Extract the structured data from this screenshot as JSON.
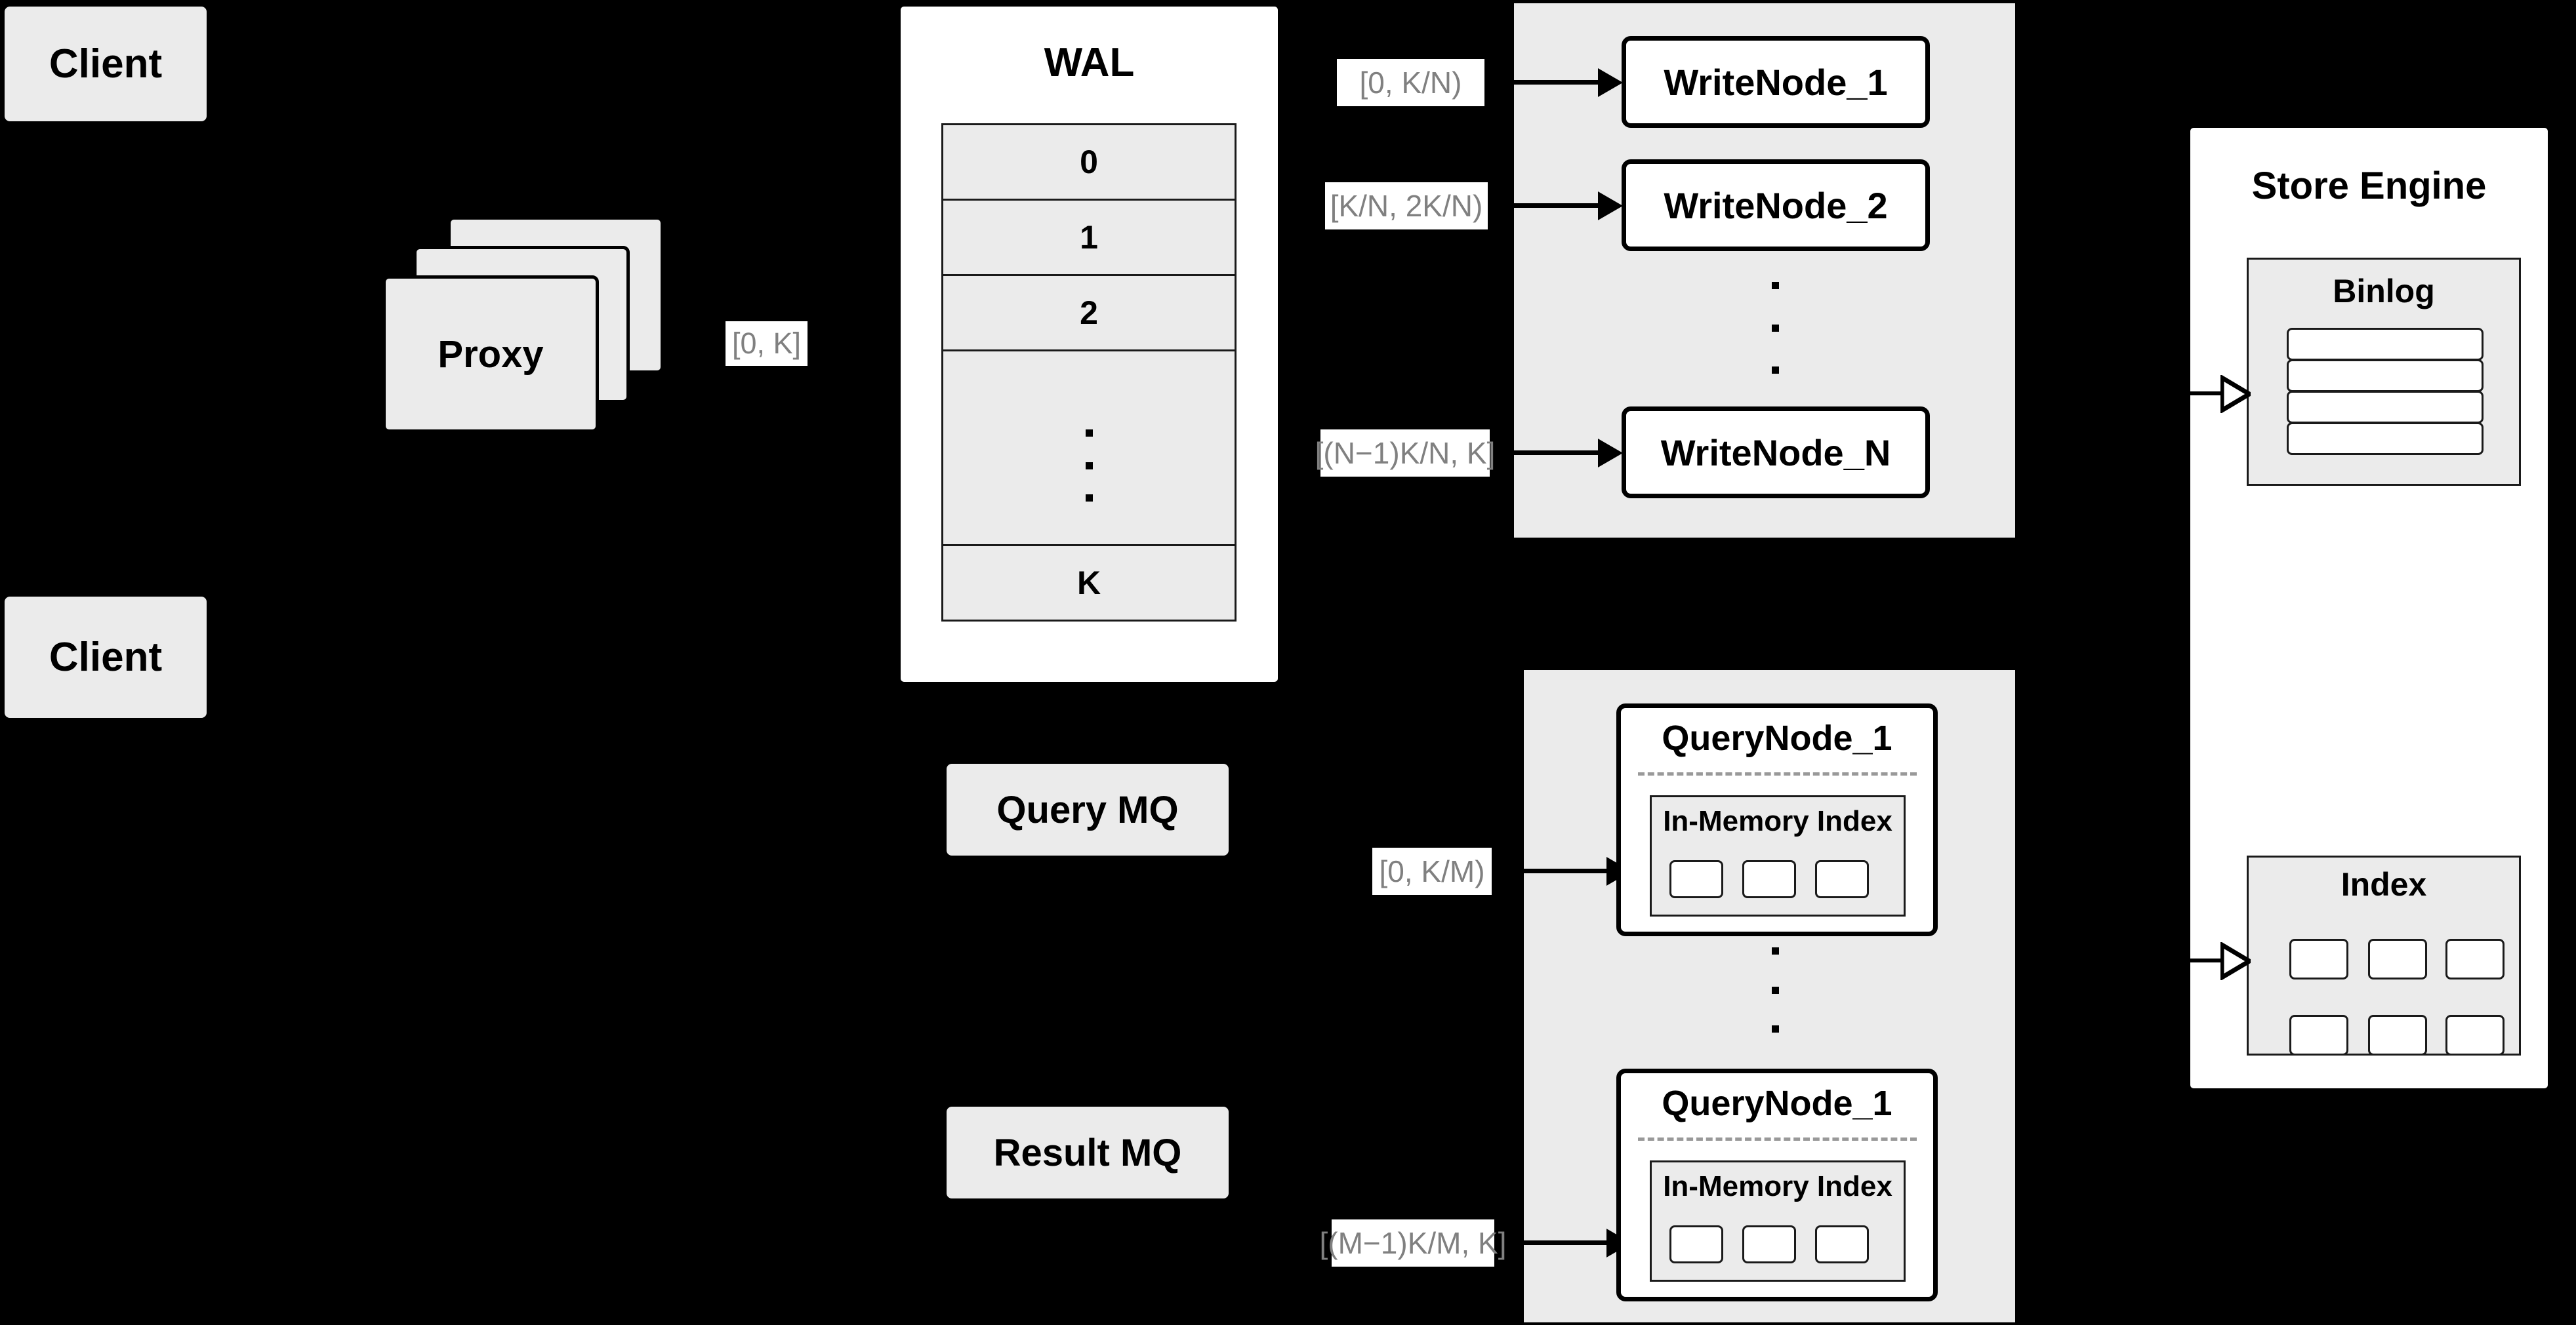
{
  "diagram": {
    "title": "Distributed Write/Query Architecture",
    "background_color": "#000000",
    "accent_grey": "#ebebeb",
    "label_text_color": "#808080",
    "border_color": "#000000"
  },
  "clients": [
    {
      "label": "Client"
    },
    {
      "label": "Client"
    }
  ],
  "proxy": {
    "label": "Proxy",
    "stack_count": 3
  },
  "wal": {
    "title": "WAL",
    "rows": [
      {
        "label": "0"
      },
      {
        "label": "1"
      },
      {
        "label": "2"
      },
      {
        "label": ""
      },
      {
        "label": "K"
      }
    ],
    "ellipsis_dots": 3
  },
  "edges": {
    "proxy_to_wal": "[0, K]",
    "wal_to_writenode_1": "[0,  K/N)",
    "wal_to_writenode_2": "[K/N, 2K/N)",
    "wal_to_writenode_n": "[(N−1)K/N,  K]",
    "mq_to_querynode_1": "[0, K/M)",
    "mq_to_querynode_m": "[(M−1)K/M, K]"
  },
  "write_group": {
    "nodes": [
      {
        "label": "WriteNode_1"
      },
      {
        "label": "WriteNode_2"
      },
      {
        "label": "WriteNode_N"
      }
    ],
    "ellipsis_dots": 3
  },
  "message_queues": [
    {
      "label": "Query MQ"
    },
    {
      "label": "Result MQ"
    }
  ],
  "query_group": {
    "nodes": [
      {
        "label": "QueryNode_1",
        "index": {
          "label": "In-Memory Index",
          "cells": 3
        }
      },
      {
        "label": "QueryNode_1",
        "index": {
          "label": "In-Memory Index",
          "cells": 3
        }
      }
    ],
    "ellipsis_dots": 3
  },
  "store_engine": {
    "title": "Store Engine",
    "binlog": {
      "label": "Binlog",
      "rows": 4
    },
    "index": {
      "label": "Index",
      "cells": 6,
      "columns": 3,
      "rows": 2
    }
  }
}
